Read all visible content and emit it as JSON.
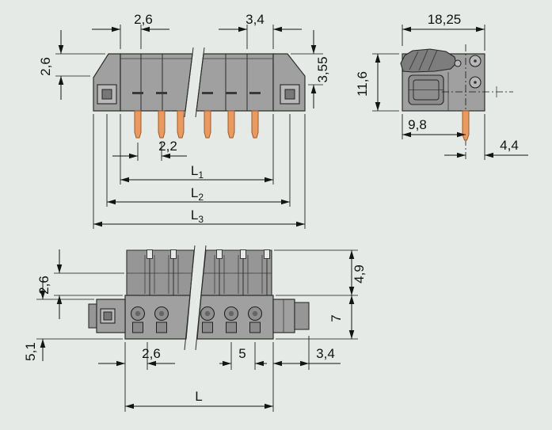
{
  "background": "#e6eae6",
  "colors": {
    "body": "#a0a0a0",
    "body_dark": "#7d7d7d",
    "pin": "#e89a60",
    "line": "#2d2d2d",
    "dim_text": "#121212"
  },
  "front_view": {
    "dims": {
      "pitch_first": "2,6",
      "pitch_last": "3,4",
      "height_left": "2,6",
      "height_right": "3,55",
      "pin_gap": "2,2",
      "l1": {
        "base": "L",
        "sub": "1"
      },
      "l2": {
        "base": "L",
        "sub": "2"
      },
      "l3": {
        "base": "L",
        "sub": "3"
      }
    }
  },
  "side_view": {
    "dims": {
      "depth": "18,25",
      "height": "11,6",
      "pin_offset_front": "9,8",
      "pin_offset_back": "4,4"
    }
  },
  "bottom_view": {
    "dims": {
      "collar_height": "2,6",
      "flange_drop": "5,1",
      "upper_height": "4,9",
      "body_height": "7",
      "first_pitch": "2,6",
      "pole_pitch": "5",
      "flange_width": "3,4",
      "length": "L"
    }
  }
}
